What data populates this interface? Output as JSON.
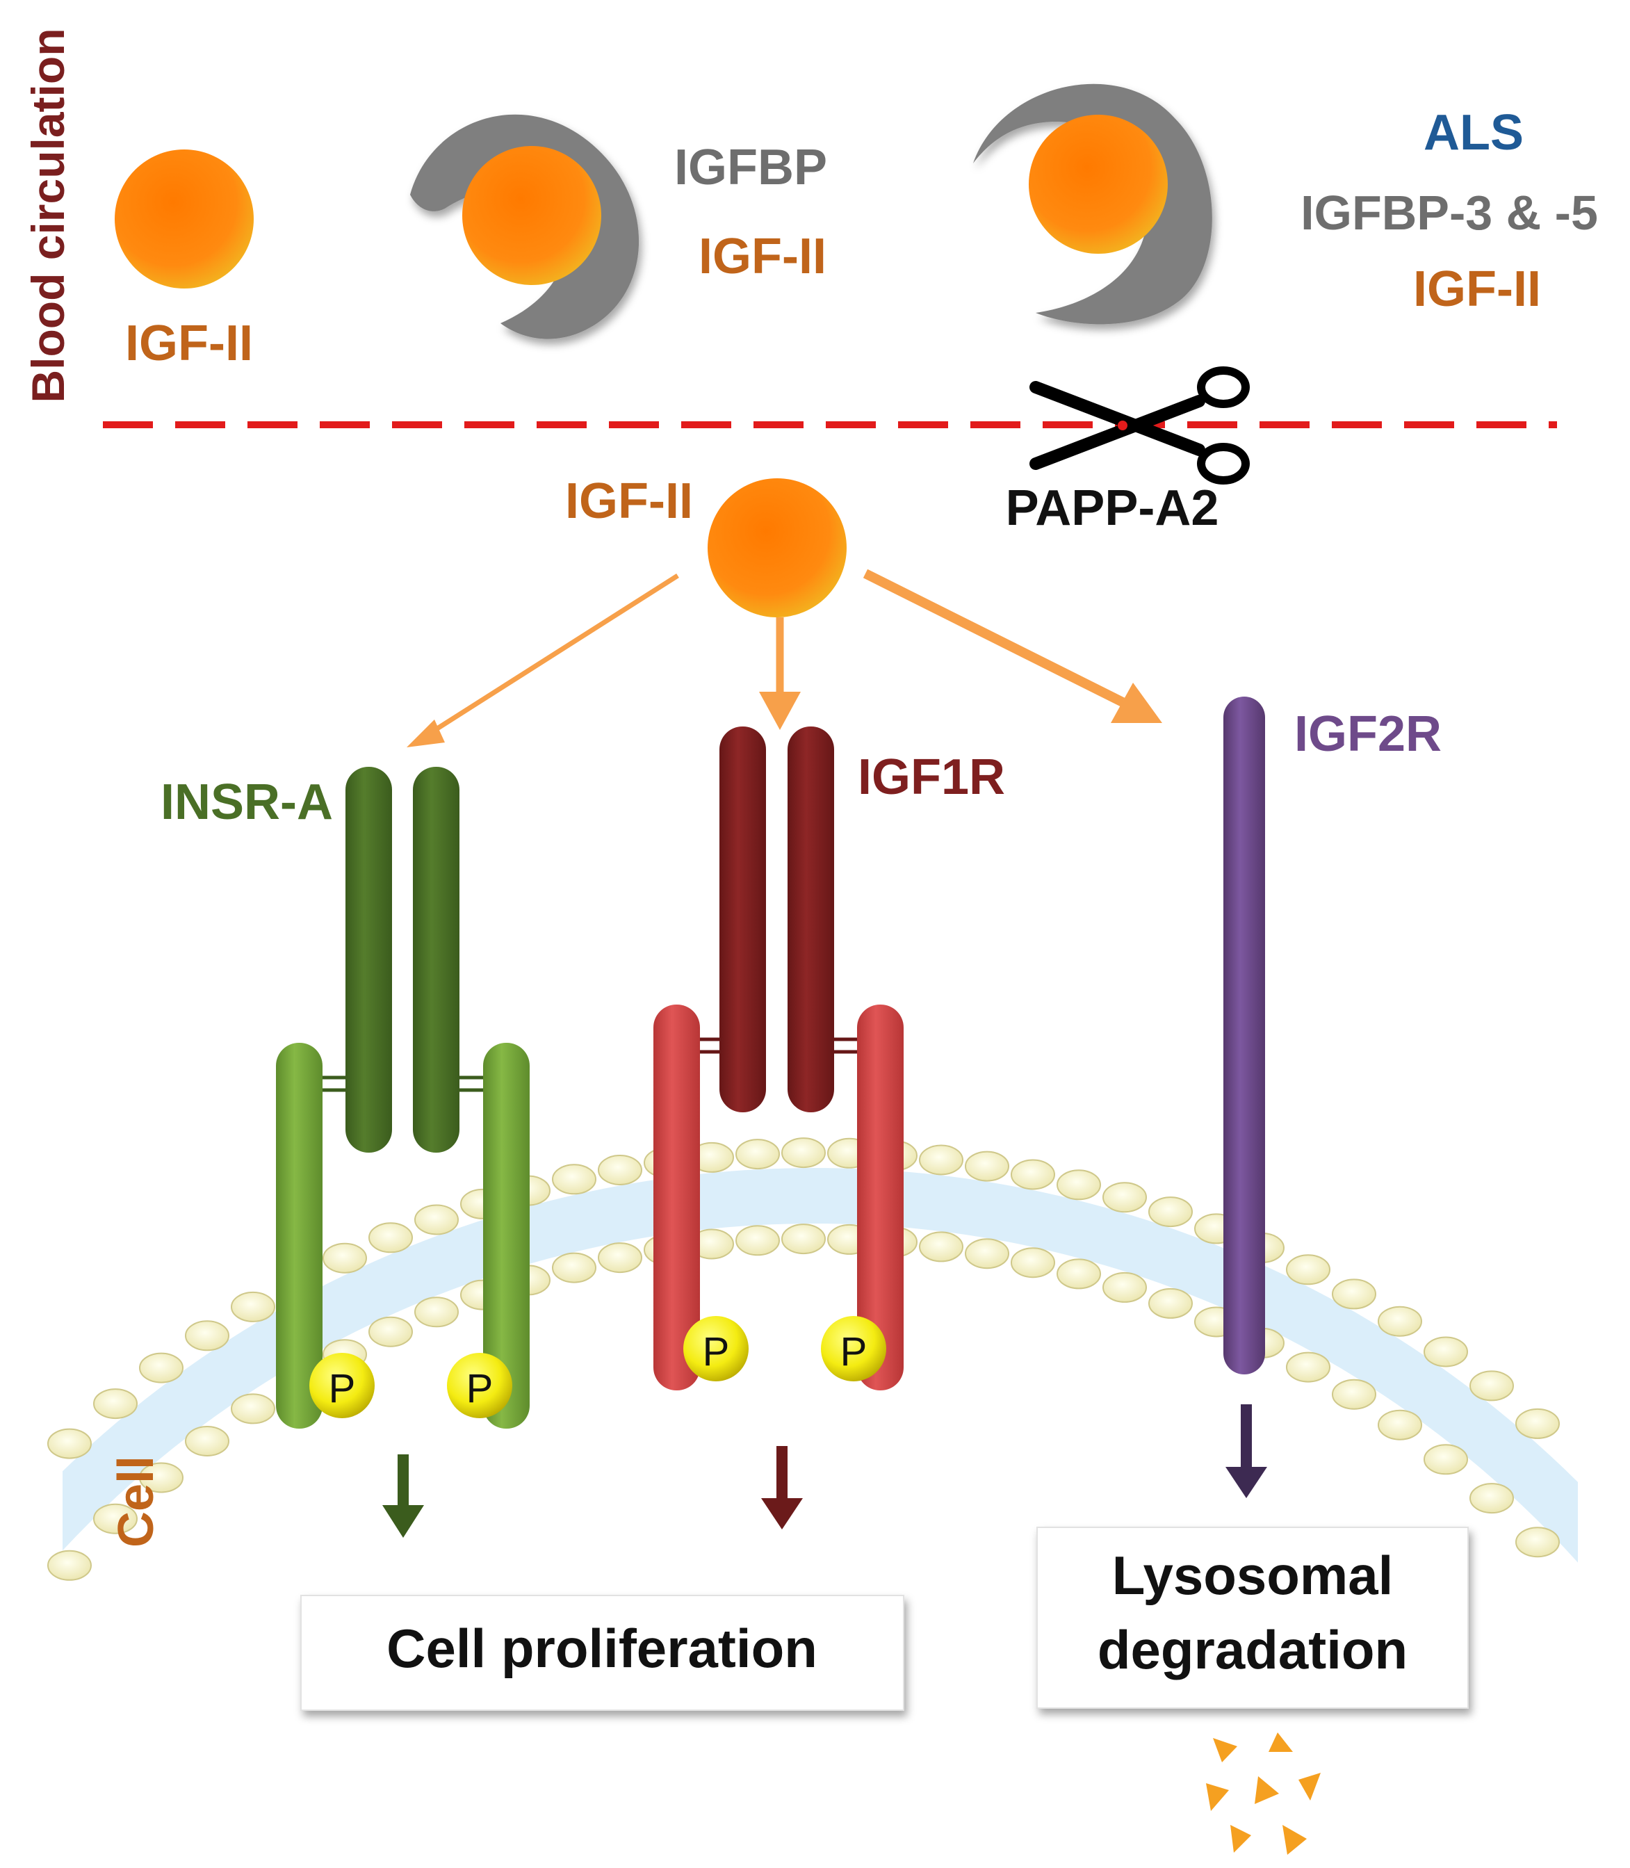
{
  "colors": {
    "igf": "#f28c1a",
    "igfbp": "#808080",
    "als": "#1f5a96",
    "insr_dark": "#4a6f26",
    "insr_light": "#77a63c",
    "igf1r_dark": "#7e1f1f",
    "igf1r_light": "#d64b4b",
    "igf2r": "#6e4a8a",
    "blood": "#7a1f1f",
    "cell": "#c0641a",
    "dash": "#e21b1b"
  },
  "labels": {
    "blood_circulation": "Blood circulation",
    "cell": "Cell",
    "free_igf": "IGF-II",
    "binary_igfbp": "IGFBP",
    "binary_igf": "IGF-II",
    "ternary_als": "ALS",
    "ternary_igfbp": "IGFBP-3 & -5",
    "ternary_igf": "IGF-II",
    "protease": "PAPP-A2",
    "released_igf": "IGF-II",
    "insr": "INSR-A",
    "igf1r": "IGF1R",
    "igf2r": "IGF2R",
    "phospho": "P"
  },
  "outcomes": {
    "proliferation": "Cell proliferation",
    "degradation_line1": "Lysosomal",
    "degradation_line2": "degradation"
  },
  "icons": {
    "scissors": "scissors-icon"
  }
}
